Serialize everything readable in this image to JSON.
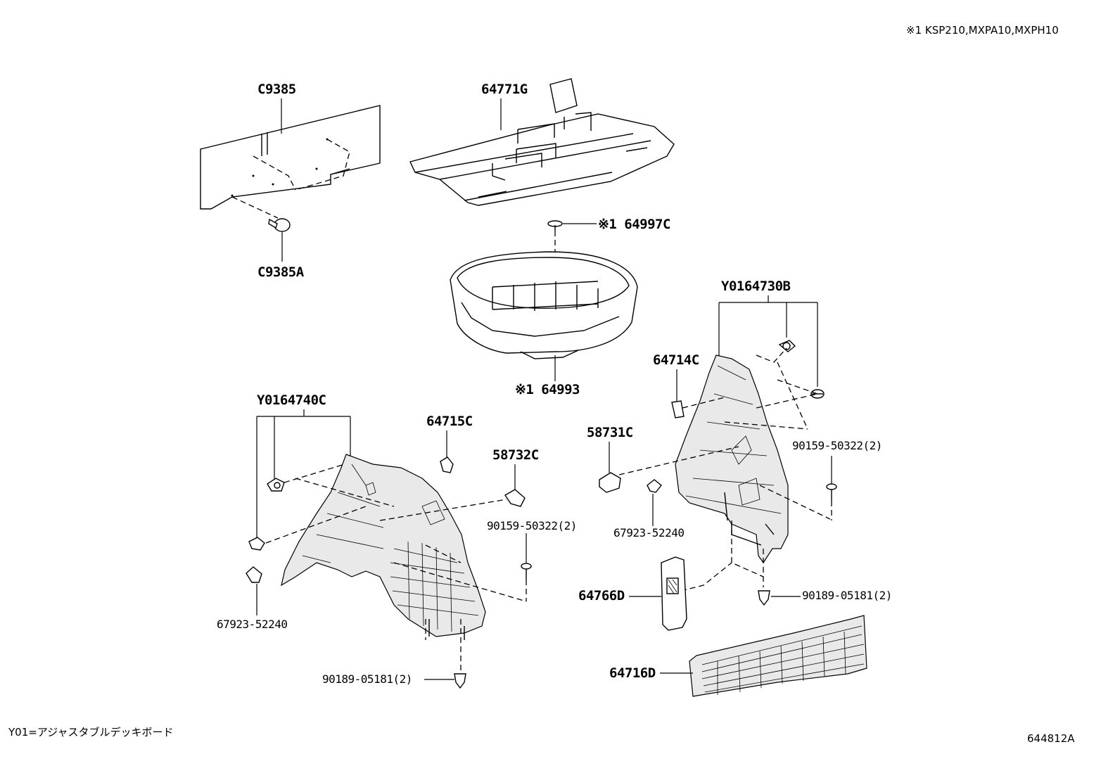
{
  "header": {
    "model_note": "※1 KSP210,MXPA10,MXPH10"
  },
  "footer": {
    "legend": "Y01=アジャスタブルデッキボード",
    "diagram_id": "644812A"
  },
  "parts": {
    "c9385": "C9385",
    "c9385a": "C9385A",
    "p64771g": "64771G",
    "p64997c": "※1 64997C",
    "p64993": "※1 64993",
    "y0164730b": "Y0164730B",
    "p64714c": "64714C",
    "y0164740c": "Y0164740C",
    "p64715c": "64715C",
    "p58732c": "58732C",
    "p58731c": "58731C",
    "p90159_l": "90159-50322(2)",
    "p90159_r": "90159-50322(2)",
    "p67923_l": "67923-52240",
    "p67923_r": "67923-52240",
    "p64766d": "64766D",
    "p90189_l": "90189-05181(2)",
    "p90189_r": "90189-05181(2)",
    "p64716d": "64716D"
  }
}
